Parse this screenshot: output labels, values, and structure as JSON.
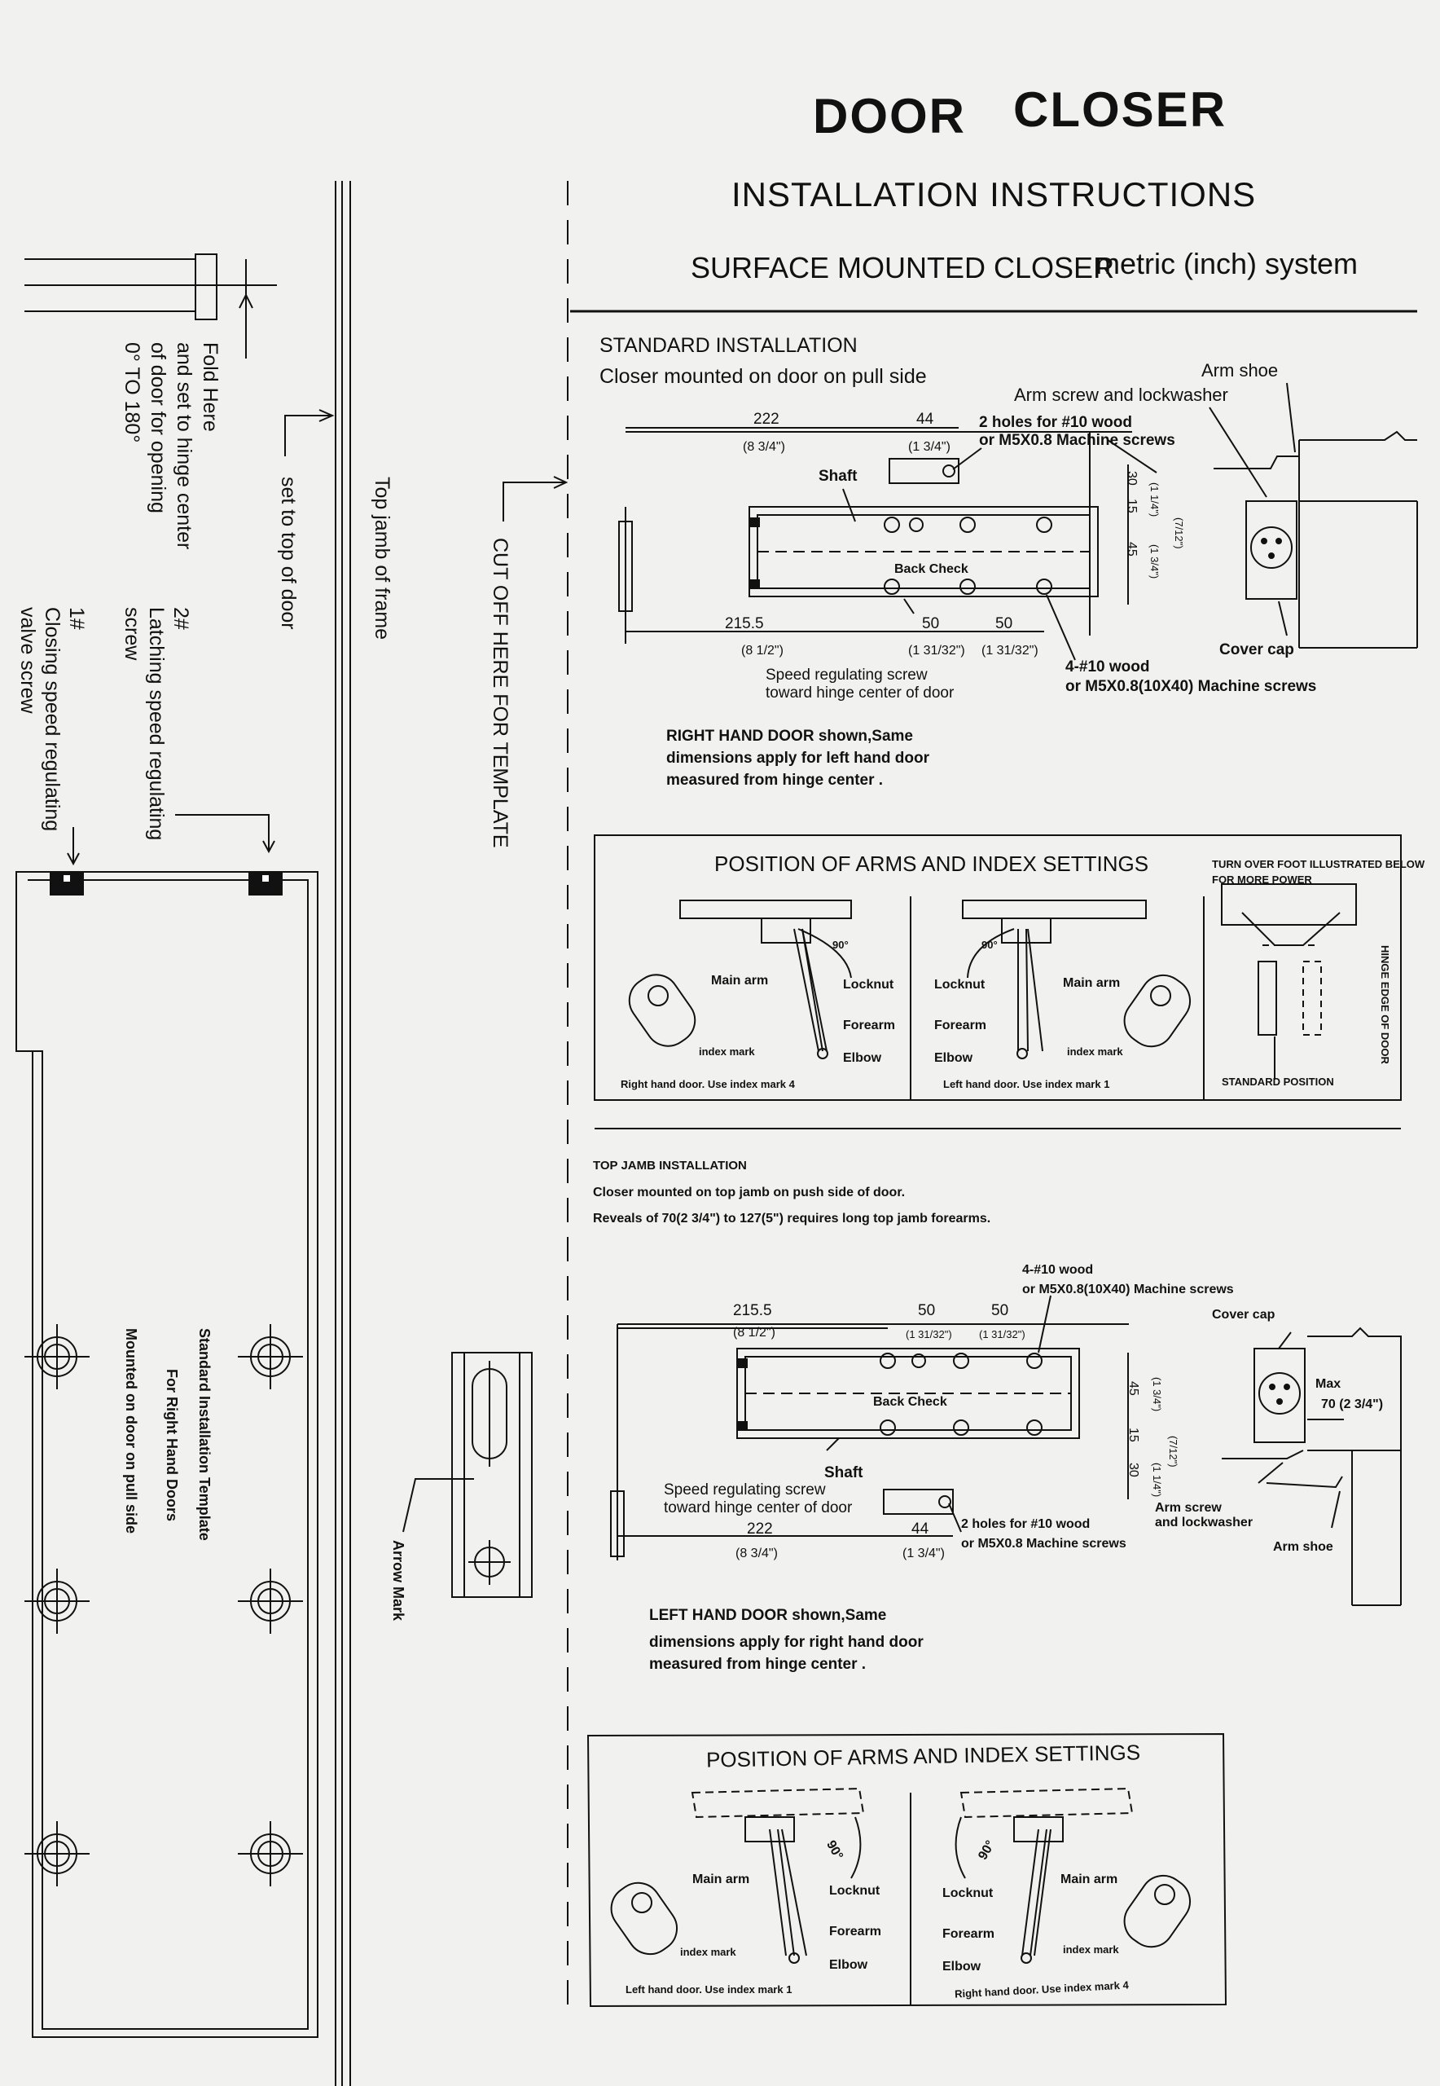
{
  "header": {
    "title_word1": "DOOR",
    "title_word2": "CLOSER",
    "subtitle": "INSTALLATION INSTRUCTIONS",
    "subtitle2": "SURFACE MOUNTED CLOSER",
    "system": "metric (inch) system"
  },
  "template_strip": {
    "fold_here": [
      "Fold Here",
      "and set to hinge center",
      "of door for opening",
      "0° TO 180°"
    ],
    "set_to_top": "set to top of door",
    "top_jamb": "Top jamb of frame",
    "cut_off": "CUT OFF HERE FOR TEMPLATE",
    "latching": [
      "2#",
      "Latching speed regulating",
      "screw"
    ],
    "closing": [
      "1#",
      "Closing speed regulating",
      "valve screw"
    ],
    "template_label": [
      "Standard Installation Template",
      "For Right Hand Doors",
      "Mounted on door on pull side"
    ],
    "arrow_mark": "Arrow Mark"
  },
  "standard": {
    "heading": "STANDARD INSTALLATION",
    "desc": "Closer mounted on door on pull side",
    "dim_222": "222",
    "dim_222_in": "(8 3/4\")",
    "dim_44": "44",
    "dim_44_in": "(1 3/4\")",
    "holes2": "2 holes for #10 wood",
    "holes2b": "or M5X0.8 Machine screws",
    "shaft": "Shaft",
    "back_check": "Back Check",
    "dim_2155": "215.5",
    "dim_2155_in": "(8 1/2\")",
    "dim_50a": "50",
    "dim_50a_in": "(1 31/32\")",
    "dim_50b": "50",
    "dim_50b_in": "(1 31/32\")",
    "dim_30": "30",
    "dim_30_in": "(1 1/4\")",
    "dim_15": "15",
    "dim_15_in": "(7/12\")",
    "dim_45": "45",
    "dim_45_in": "(1 3/4\")",
    "speed_screw": "Speed regulating screw",
    "speed_screw2": "toward hinge center of door",
    "screws4": "4-#10 wood",
    "screws4b": "or M5X0.8(10X40) Machine screws",
    "arm_shoe": "Arm shoe",
    "arm_screw": "Arm screw and lockwasher",
    "cover_cap": "Cover cap",
    "note1": "RIGHT HAND DOOR shown,Same",
    "note2": "dimensions apply for left hand door",
    "note3": "measured from hinge center ."
  },
  "arms1": {
    "heading": "POSITION OF ARMS AND INDEX SETTINGS",
    "turn_over": "TURN OVER FOOT ILLUSTRATED BELOW",
    "turn_over2": "FOR MORE POWER",
    "hinge_edge": "HINGE EDGE OF DOOR",
    "standard_position": "STANDARD POSITION",
    "main_arm": "Main arm",
    "locknut": "Locknut",
    "forearm": "Forearm",
    "elbow": "Elbow",
    "index_mark": "index mark",
    "deg90": "90°",
    "right_caption": "Right hand door. Use index mark 4",
    "left_caption": "Left hand door. Use index mark 1"
  },
  "topjamb": {
    "heading": "TOP JAMB INSTALLATION",
    "desc1": "Closer mounted on top jamb on push side of door.",
    "desc2": "Reveals of 70(2 3/4\") to 127(5\") requires long top jamb forearms.",
    "screws4": "4-#10 wood",
    "screws4b": "or M5X0.8(10X40) Machine screws",
    "cover_cap": "Cover cap",
    "dim_2155": "215.5",
    "dim_2155_in": "(8 1/2\")",
    "dim_50a": "50",
    "dim_50a_in": "(1 31/32\")",
    "dim_50b": "50",
    "dim_50b_in": "(1 31/32\")",
    "back_check": "Back Check",
    "shaft": "Shaft",
    "max": "Max",
    "max70": "70 (2 3/4\")",
    "dim_45": "45",
    "dim_45_in": "(1 3/4\")",
    "dim_15": "15",
    "dim_15_in": "(7/12\")",
    "dim_30": "30",
    "dim_30_in": "(1 1/4\")",
    "speed_screw": "Speed regulating screw",
    "speed_screw2": "toward hinge center of door",
    "dim_222": "222",
    "dim_222_in": "(8 3/4\")",
    "dim_44": "44",
    "dim_44_in": "(1 3/4\")",
    "holes2": "2 holes for #10 wood",
    "holes2b": "or M5X0.8 Machine screws",
    "arm_screw": "Arm screw",
    "arm_screw2": "and lockwasher",
    "arm_shoe": "Arm shoe",
    "note1": "LEFT HAND DOOR shown,Same",
    "note2": "dimensions apply for right hand door",
    "note3": "measured from hinge center ."
  },
  "arms2": {
    "heading": "POSITION OF ARMS AND INDEX SETTINGS",
    "main_arm": "Main arm",
    "locknut": "Locknut",
    "forearm": "Forearm",
    "elbow": "Elbow",
    "index_mark": "index mark",
    "deg90": "90°",
    "left_caption": "Left hand door. Use index mark 1",
    "right_caption": "Right hand door. Use index mark 4"
  }
}
